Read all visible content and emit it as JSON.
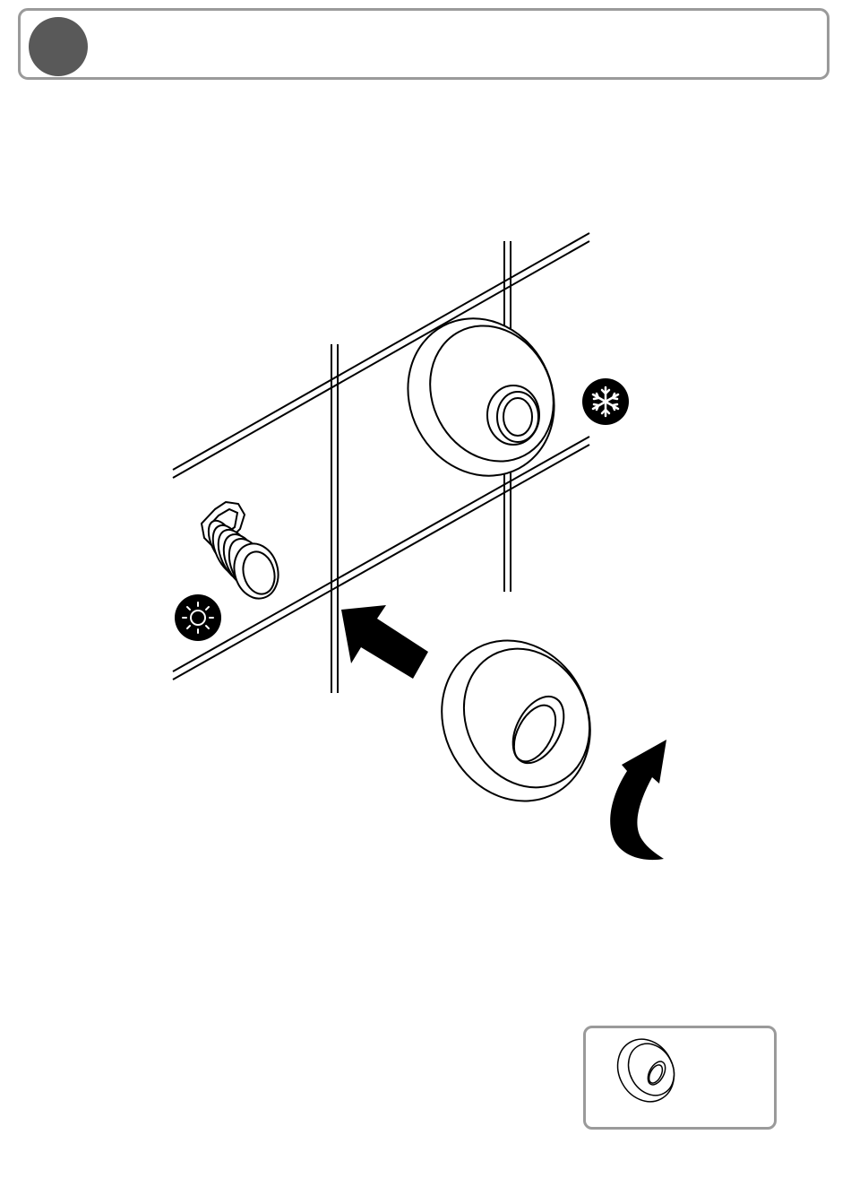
{
  "header": {
    "step_marker": "step-number-circle",
    "step_color": "#595959",
    "border_color": "#9a9a9a"
  },
  "illustration": {
    "elements": [
      "tile-wall-grid",
      "cold-water-outlet-with-cover",
      "hot-water-thread-fitting",
      "snowflake-icon",
      "sun-icon",
      "push-direction-arrow",
      "cover-rosette",
      "rotate-arrow"
    ],
    "cold_icon": "snowflake-icon",
    "hot_icon": "sun-icon"
  },
  "parts_box": {
    "item": "cover-rosette",
    "border_color": "#9a9a9a"
  }
}
